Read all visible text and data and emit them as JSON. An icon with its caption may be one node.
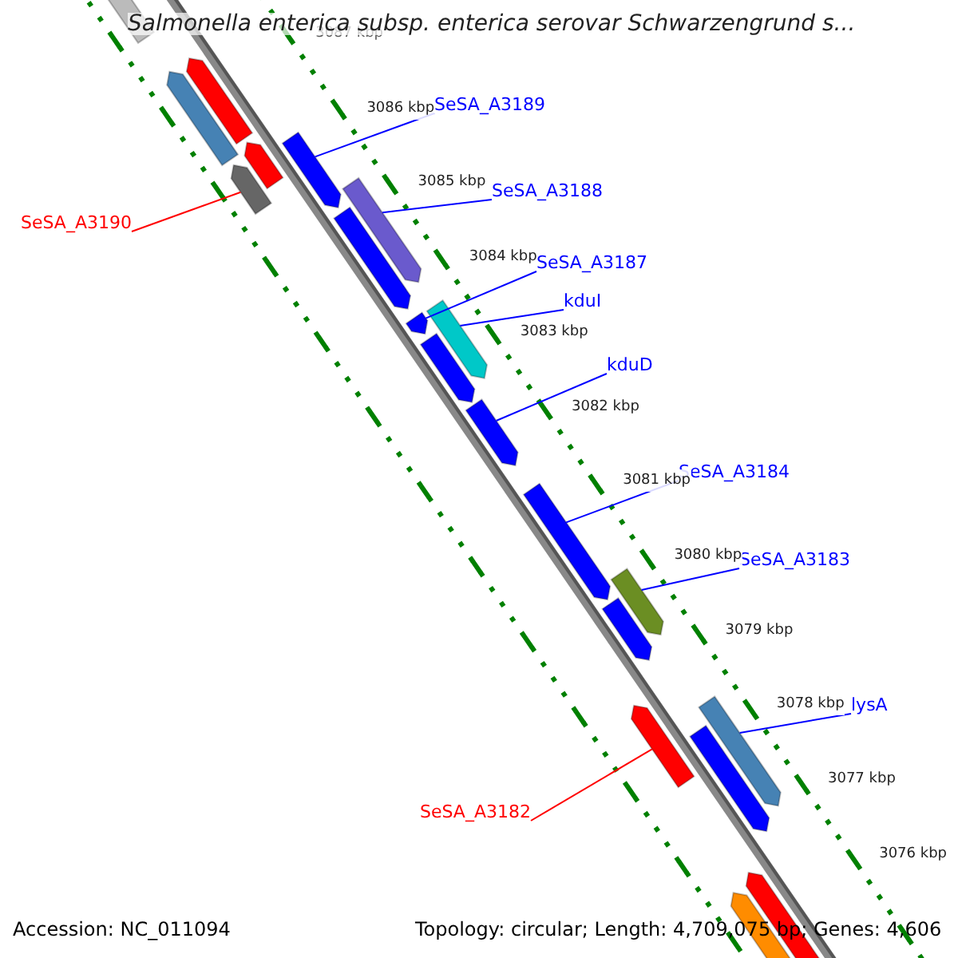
{
  "diagram": {
    "title": "Salmonella enterica subsp. enterica serovar Schwarzengrund s...",
    "nodes": [
      {
        "text": [
          "SeSA_A3189"
        ]
      },
      {
        "text": [
          "SeSA_A3188"
        ]
      },
      {
        "text": [
          "SeSA_A3187"
        ]
      },
      {
        "text": [
          "kduI"
        ]
      },
      {
        "text": [
          "kduD"
        ]
      },
      {
        "text": [
          "SeSA_A3184"
        ]
      },
      {
        "text": [
          "SeSA_A3183"
        ]
      },
      {
        "text": [
          "lysA"
        ]
      },
      {
        "text": [
          "SeSA_A3190"
        ]
      },
      {
        "text": [
          "SeSA_A3182"
        ]
      },
      {
        "text": [],
        "shape": "bar"
      },
      {
        "text": [],
        "shape": "bar"
      },
      {
        "text": [],
        "shape": "bar"
      },
      {
        "text": [],
        "shape": "bar"
      },
      {
        "text": [],
        "shape": "bar"
      },
      {
        "text": [],
        "shape": "bar"
      },
      {
        "text": [],
        "shape": "bar"
      },
      {
        "text": [],
        "shape": "bar"
      },
      {
        "text": [],
        "shape": "bar"
      },
      {
        "text": [],
        "shape": "bar"
      },
      {
        "text": [],
        "shape": "bar"
      },
      {
        "text": [],
        "shape": "bar"
      },
      {
        "text": [],
        "shape": "bar"
      },
      {
        "text": [],
        "shape": "bar"
      },
      {
        "text": [],
        "shape": "bar"
      },
      {
        "text": [],
        "shape": "bar"
      },
      {
        "text": [],
        "shape": "bar"
      },
      {
        "text": [],
        "shape": "bar"
      },
      {
        "text": [],
        "shape": "bar"
      },
      {
        "text": [],
        "shape": "bar"
      }
    ],
    "edges": [
      {
        "from": 0,
        "to": 15,
        "arrow": "none"
      },
      {
        "from": 1,
        "to": 16,
        "arrow": "none"
      },
      {
        "from": 2,
        "to": 18,
        "arrow": "none"
      },
      {
        "from": 3,
        "to": 19,
        "arrow": "none"
      },
      {
        "from": 4,
        "to": 21,
        "arrow": "none"
      },
      {
        "from": 5,
        "to": 22,
        "arrow": "none"
      },
      {
        "from": 6,
        "to": 23,
        "arrow": "none"
      },
      {
        "from": 7,
        "to": 26,
        "arrow": "none"
      },
      {
        "from": 8,
        "to": 14,
        "arrow": "none",
        "color": "#ff0000"
      },
      {
        "from": 9,
        "to": 25,
        "arrow": "none",
        "color": "#ff0000"
      }
    ],
    "labels": [
      "3087 kbp",
      "3086 kbp",
      "3085 kbp",
      "3084 kbp",
      "3083 kbp",
      "3082 kbp",
      "3081 kbp",
      "3080 kbp",
      "3079 kbp",
      "3078 kbp",
      "3077 kbp",
      "3076 kbp",
      "Accession: NC_011094",
      "Topology: circular; Length: 4,709,075 bp; Genes: 4,606"
    ]
  }
}
